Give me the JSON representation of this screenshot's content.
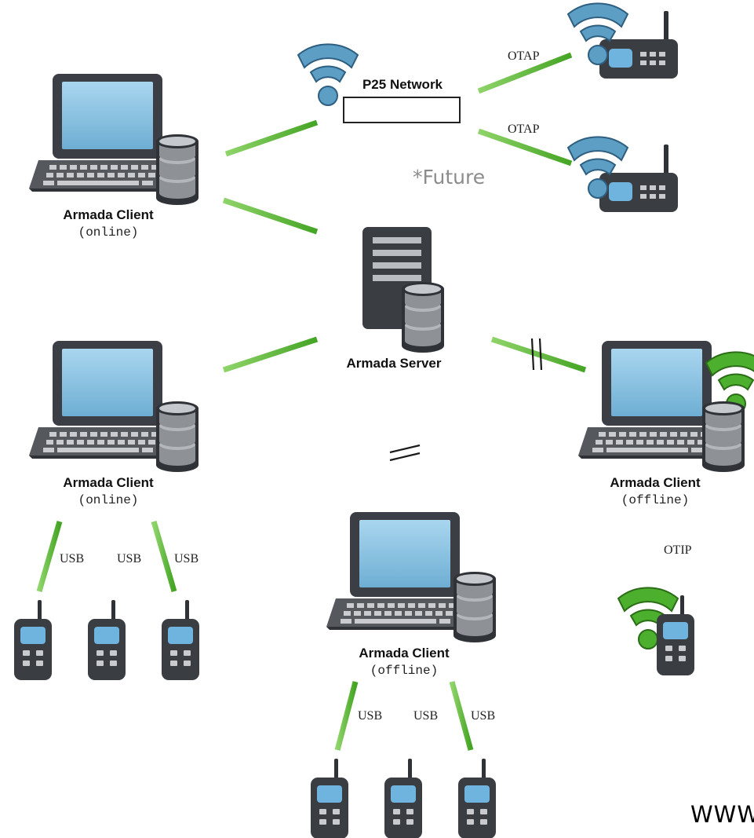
{
  "network": {
    "label": "P25 Network"
  },
  "server": {
    "label": "Armada Server"
  },
  "future_label": "*Future",
  "clients": [
    {
      "label": "Armada Client",
      "status": "(online)"
    },
    {
      "label": "Armada Client",
      "status": "(online)"
    },
    {
      "label": "Armada Client",
      "status": "(offline)"
    },
    {
      "label": "Armada Client",
      "status": "(offline)"
    }
  ],
  "links": {
    "otap_1": "OTAP",
    "otap_2": "OTAP",
    "otip": "OTIP",
    "usb_left_1": "USB",
    "usb_left_2": "USB",
    "usb_left_3": "USB",
    "usb_bottom_1": "USB",
    "usb_bottom_2": "USB",
    "usb_bottom_3": "USB"
  },
  "watermark": "WWW",
  "colors": {
    "link_green": "#5cb83c",
    "future_gray": "#b5b5b5",
    "wifi_blue": "#4a8bb0",
    "wifi_green": "#4caf2e",
    "device_dark": "#3a3d42",
    "screen_blue": "#86c1e2"
  }
}
